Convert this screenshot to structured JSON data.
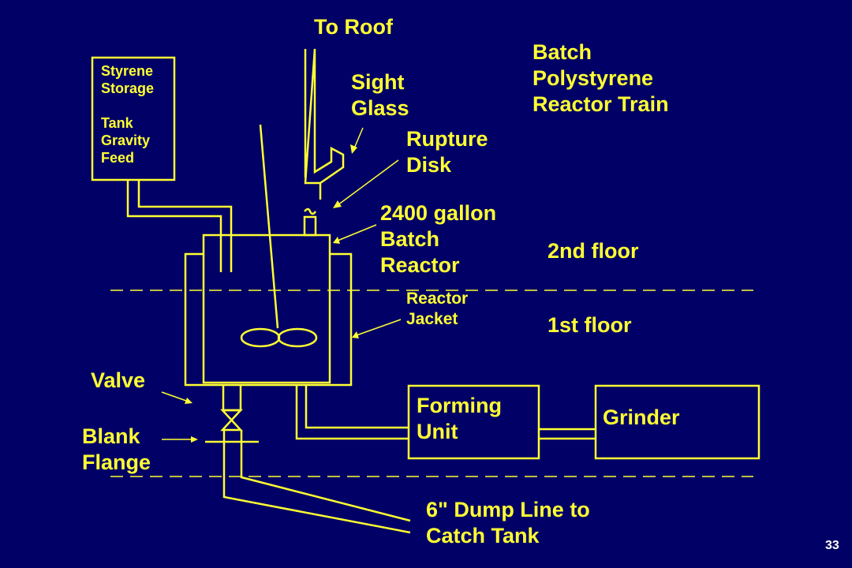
{
  "title": "Batch\nPolystyrene\nReactor Train",
  "labels": {
    "to_roof": "To Roof",
    "sight_glass": "Sight\nGlass",
    "rupture_disk": "Rupture\nDisk",
    "batch_reactor": "2400 gallon\nBatch\nReactor",
    "reactor_jacket": "Reactor\nJacket",
    "second_floor": "2nd floor",
    "first_floor": "1st floor",
    "valve": "Valve",
    "blank_flange": "Blank\nFlange",
    "forming_unit": "Forming\nUnit",
    "grinder": "Grinder",
    "dump_line": "6\" Dump Line to\nCatch Tank",
    "styrene_storage": "Styrene\nStorage\n\nTank\nGravity\nFeed"
  },
  "page_number": "33",
  "colors": {
    "background": "#000066",
    "line": "#ffff33",
    "page_number": "#ffffff"
  }
}
